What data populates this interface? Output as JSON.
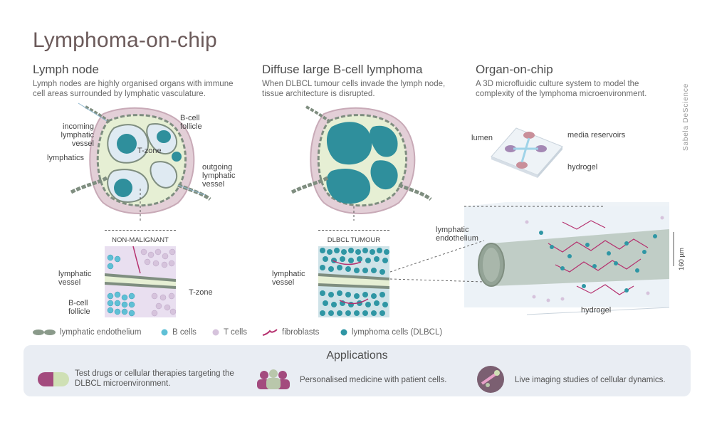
{
  "title": "Lymphoma-on-chip",
  "credit": "Sabela DeScience",
  "sections": {
    "lymph_node": {
      "title": "Lymph node",
      "desc": "Lymph nodes are highly organised organs with immune cell areas surrounded by lymphatic vasculature.",
      "labels": {
        "incoming": "incoming lymphatic vessel",
        "bcell_follicle": "B-cell follicle",
        "tzone": "T-zone",
        "lymphatics": "lymphatics",
        "outgoing": "outgoing lymphatic vessel"
      },
      "inset_title": "NON-MALIGNANT",
      "inset_labels": {
        "vessel": "lymphatic vessel",
        "follicle": "B-cell follicle",
        "tzone": "T-zone"
      }
    },
    "dlbcl": {
      "title": "Diffuse large B-cell lymphoma",
      "desc": "When DLBCL tumour cells invade the lymph node, tissue architecture is disrupted.",
      "inset_title": "DLBCL TUMOUR",
      "inset_labels": {
        "vessel": "lymphatic vessel"
      }
    },
    "organ_chip": {
      "title": "Organ-on-chip",
      "desc": "A 3D microfluidic culture system to model the complexity of the lymphoma microenvironment.",
      "labels": {
        "lumen": "lumen",
        "media": "media reservoirs",
        "hydrogel_top": "hydrogel",
        "endothelium": "lymphatic endothelium",
        "hydrogel_bottom": "hydrogel",
        "scale": "160 µm"
      }
    }
  },
  "legend": [
    {
      "label": "lymphatic endothelium",
      "icon": "endothelium-icon",
      "color": "#8a9a8a"
    },
    {
      "label": "B cells",
      "icon": "b-cell-icon",
      "color": "#5fc0d6"
    },
    {
      "label": "T cells",
      "icon": "t-cell-icon",
      "color": "#d6c3dc"
    },
    {
      "label": "fibroblasts",
      "icon": "fibroblast-icon",
      "color": "#b5306e"
    },
    {
      "label": "lymphoma cells (DLBCL)",
      "icon": "lymphoma-cell-icon",
      "color": "#2f96a4"
    }
  ],
  "applications": {
    "title": "Applications",
    "items": [
      {
        "text": "Test drugs or cellular therapies targeting the DLBCL microenvironment.",
        "icon": "capsule-icon"
      },
      {
        "text": "Personalised medicine with patient cells.",
        "icon": "people-icon"
      },
      {
        "text": "Live imaging studies of cellular dynamics.",
        "icon": "microscope-icon"
      }
    ]
  },
  "colors": {
    "teal": "#2f8f9c",
    "endothelium": "#7f8e80",
    "stroma": "#e6efd4",
    "capsule": "#e3cfd7",
    "magenta": "#b5306e",
    "light_blue": "#dfeaf2",
    "app_bg": "#e9edf3"
  }
}
